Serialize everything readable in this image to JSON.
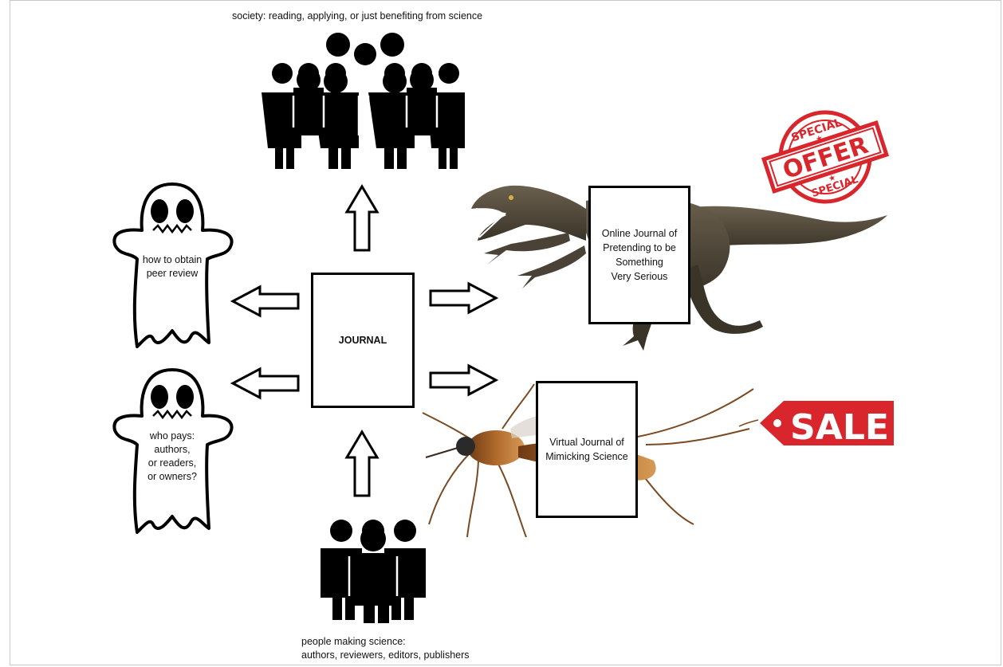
{
  "captions": {
    "society": "society: reading, applying, or just benefiting from science",
    "makers_line1": "people making science:",
    "makers_line2": "authors, reviewers, editors, publishers"
  },
  "center_box": {
    "label": "JOURNAL"
  },
  "ghosts": [
    {
      "lines": [
        "how to obtain",
        "peer review"
      ]
    },
    {
      "lines": [
        "who pays:",
        "authors,",
        "or readers,",
        "or owners?"
      ]
    }
  ],
  "fake_journals": [
    {
      "lines": [
        "Online Journal of",
        "Pretending to be",
        "Something",
        "Very Serious"
      ]
    },
    {
      "lines": [
        "Virtual Journal of",
        "Mimicking Science"
      ]
    }
  ],
  "stamp": {
    "top": "SPECIAL",
    "middle": "OFFER",
    "bottom": "SPECIAL",
    "color": "#d8262c"
  },
  "tag": {
    "label": "SALE",
    "color": "#d8262c"
  },
  "icons": [
    "crowd-icon",
    "small-crowd-icon",
    "ghost-icon",
    "raptor-icon",
    "mosquito-icon",
    "arrow-icon"
  ]
}
